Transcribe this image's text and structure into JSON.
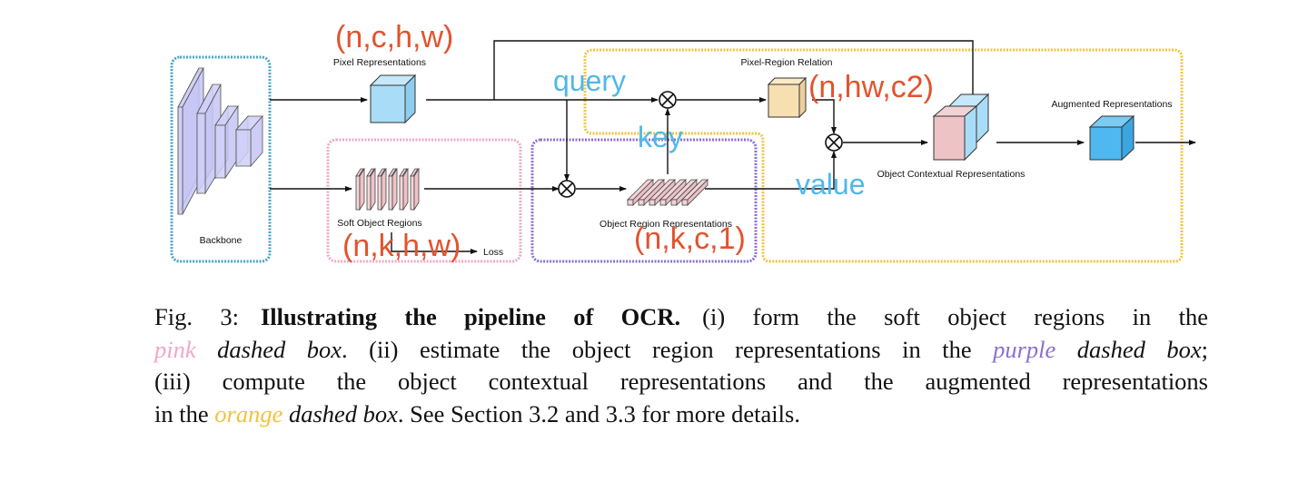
{
  "figure": {
    "stages": {
      "backbone": "Backbone",
      "pixel_representations": "Pixel Representations",
      "soft_object_regions": "Soft Object Regions",
      "loss": "Loss",
      "object_region_representations": "Object Region Representations",
      "pixel_region_relation": "Pixel-Region Relation",
      "object_contextual_representations": "Object Contextual Representations",
      "augmented_representations": "Augmented Representations"
    },
    "shape_annotations": {
      "pixel": "(n,c,h,w)",
      "soft_regions": "(n,k,h,w)",
      "object_regions": "(n,k,c,1)",
      "relation": "(n,hw,c2)"
    },
    "flow_annotations": {
      "query": "query",
      "key": "key",
      "value": "value"
    },
    "operator_symbol": "⊗",
    "colors": {
      "backbone_box": "#4aa3c8",
      "pink_box": "#f0a8c8",
      "purple_box": "#8c6fd0",
      "orange_box": "#f0c340",
      "shape_annotation": "#e2532d",
      "flow_annotation": "#4fb8ea",
      "backbone_layers": "#cfcff8",
      "pixel_cube": "#a9ddf7",
      "soft_region_slices": "#f6d6da",
      "relation_cube": "#f8dfb0",
      "contextual_front": "#eec3c6",
      "contextual_back": "#a9ddf7",
      "augmented_cube": "#50b8f0"
    }
  },
  "caption": {
    "fig_label": "Fig. 3:",
    "title": "Illustrating the pipeline of OCR.",
    "l1_rest": "(i) form the soft object regions in the",
    "l2_pink": "pink",
    "l2_dashed1": "dashed box",
    "l2_mid": ". (ii) estimate the object region representations in the",
    "l2_purple": "purple",
    "l2_dashed2": "dashed box",
    "l2_end": ";",
    "l3": "(iii) compute the object contextual representations and the augmented representations",
    "l4_start": "in the",
    "l4_orange": "orange",
    "l4_dashed": "dashed box",
    "l4_end": ". See Section 3.2 and 3.3 for more details."
  }
}
